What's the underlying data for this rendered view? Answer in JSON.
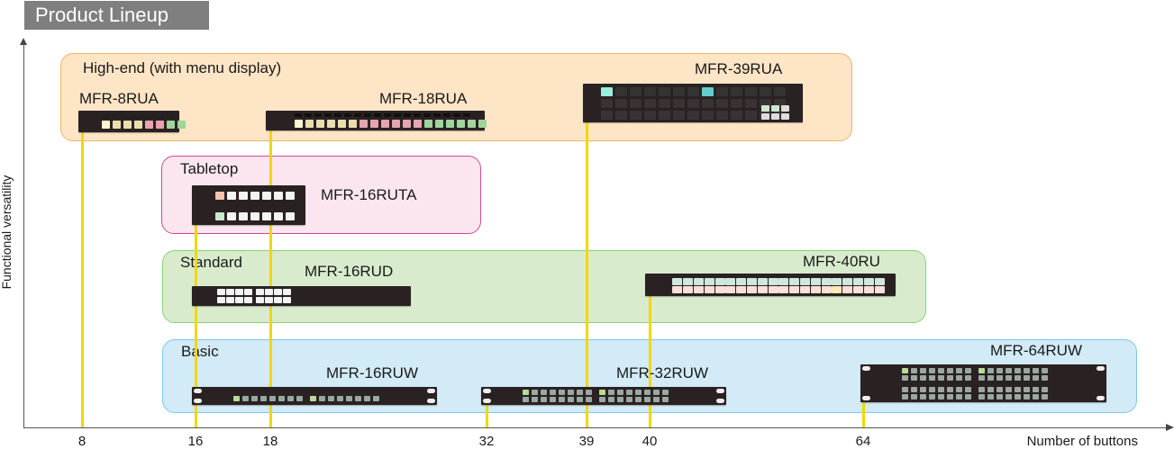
{
  "title": "Product Lineup",
  "axes": {
    "y_label": "Functional versatility",
    "x_label": "Number of buttons",
    "x_ticks": [
      "8",
      "16",
      "18",
      "32",
      "39",
      "40",
      "64"
    ]
  },
  "groups": [
    {
      "label": "High-end (with menu display)",
      "color": "#fde5c6",
      "border": "#e9b56a"
    },
    {
      "label": "Tabletop",
      "color": "#fbe6ef",
      "border": "#d6479a"
    },
    {
      "label": "Standard",
      "color": "#d8eccd",
      "border": "#8fcf7a"
    },
    {
      "label": "Basic",
      "color": "#d3eaf7",
      "border": "#7cc9ec"
    }
  ],
  "products": [
    {
      "name": "MFR-8RUA",
      "group": "High-end (with menu display)",
      "buttons": 8
    },
    {
      "name": "MFR-18RUA",
      "group": "High-end (with menu display)",
      "buttons": 18
    },
    {
      "name": "MFR-39RUA",
      "group": "High-end (with menu display)",
      "buttons": 39
    },
    {
      "name": "MFR-16RUTA",
      "group": "Tabletop",
      "buttons": 16
    },
    {
      "name": "MFR-16RUD",
      "group": "Standard",
      "buttons": 16
    },
    {
      "name": "MFR-40RU",
      "group": "Standard",
      "buttons": 40
    },
    {
      "name": "MFR-16RUW",
      "group": "Basic",
      "buttons": 16
    },
    {
      "name": "MFR-32RUW",
      "group": "Basic",
      "buttons": 32
    },
    {
      "name": "MFR-64RUW",
      "group": "Basic",
      "buttons": 64
    }
  ],
  "line_color": "#f1d800"
}
